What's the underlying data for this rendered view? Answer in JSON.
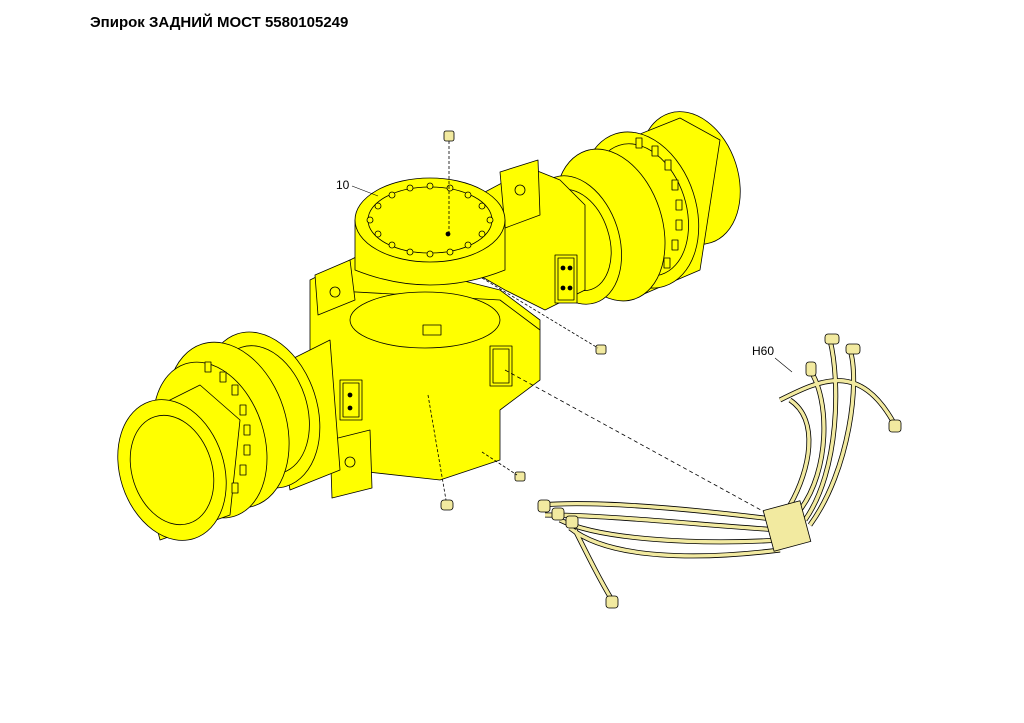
{
  "title": "Эпирок ЗАДНИЙ МОСТ 5580105249",
  "callouts": {
    "axle_label": "10",
    "hose_kit_label": "H60"
  },
  "colors": {
    "axle_fill": "#ffff00",
    "axle_shade": "#e6e600",
    "hose_fill": "#f2eaa0",
    "outline": "#000000",
    "background": "#ffffff"
  }
}
